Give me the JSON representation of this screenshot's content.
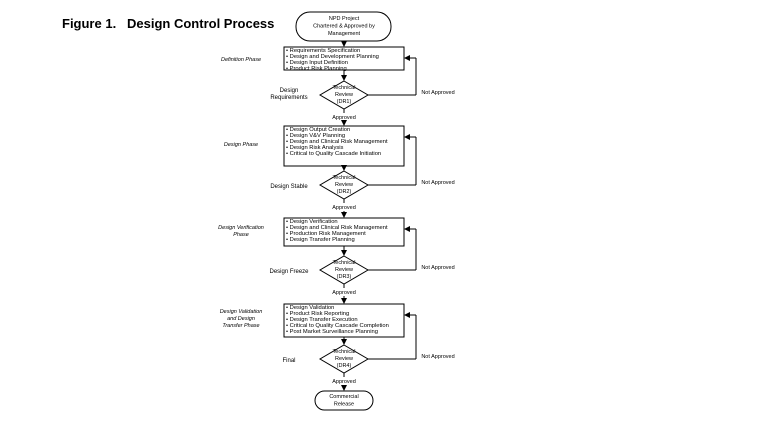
{
  "title": "Figure 1.   Design Control Process",
  "start": {
    "lines": [
      "NPD Project",
      "Chartered & Approved by",
      "Management"
    ]
  },
  "end": {
    "lines": [
      "Commercial",
      "Release"
    ]
  },
  "phases": [
    {
      "phase_label": [
        "Definition Phase"
      ],
      "items": [
        "• Requirements Specification",
        "• Design and Development Planning",
        "• Design Input Definition",
        "• Product Risk Planning"
      ],
      "milestone": [
        "Design",
        "Requirements"
      ],
      "review": [
        "Technical",
        "Review",
        "(DR1)"
      ],
      "not_approved": "Not Approved",
      "approved": "Approved"
    },
    {
      "phase_label": [
        "Design Phase"
      ],
      "items": [
        "• Design Output Creation",
        "• Design V&V Planning",
        "• Design and Clinical Risk Management",
        "• Design Risk Analysis",
        "• Critical to Quality Cascade Initiation"
      ],
      "milestone": [
        "Design Stable"
      ],
      "review": [
        "Technical",
        "Review",
        "(DR2)"
      ],
      "not_approved": "Not Approved",
      "approved": "Approved"
    },
    {
      "phase_label": [
        "Design Verification",
        "Phase"
      ],
      "items": [
        "• Design Verification",
        "• Design and Clinical Risk Management",
        "• Production Risk Management",
        "• Design Transfer Planning"
      ],
      "milestone": [
        "Design Freeze"
      ],
      "review": [
        "Technical",
        "Review",
        "(DR3)"
      ],
      "not_approved": "Not Approved",
      "approved": "Approved"
    },
    {
      "phase_label": [
        "Design Validation",
        "and Design",
        "Transfer Phase"
      ],
      "items": [
        "• Design Validation",
        "• Product Risk Reporting",
        "• Design Transfer Execution",
        "• Critical to Quality Cascade Completion",
        "• Post Market Surveillance Planning"
      ],
      "milestone": [
        "Final"
      ],
      "review": [
        "Technical",
        "Review",
        "(DR4)"
      ],
      "not_approved": "Not Approved",
      "approved": "Approved"
    }
  ]
}
